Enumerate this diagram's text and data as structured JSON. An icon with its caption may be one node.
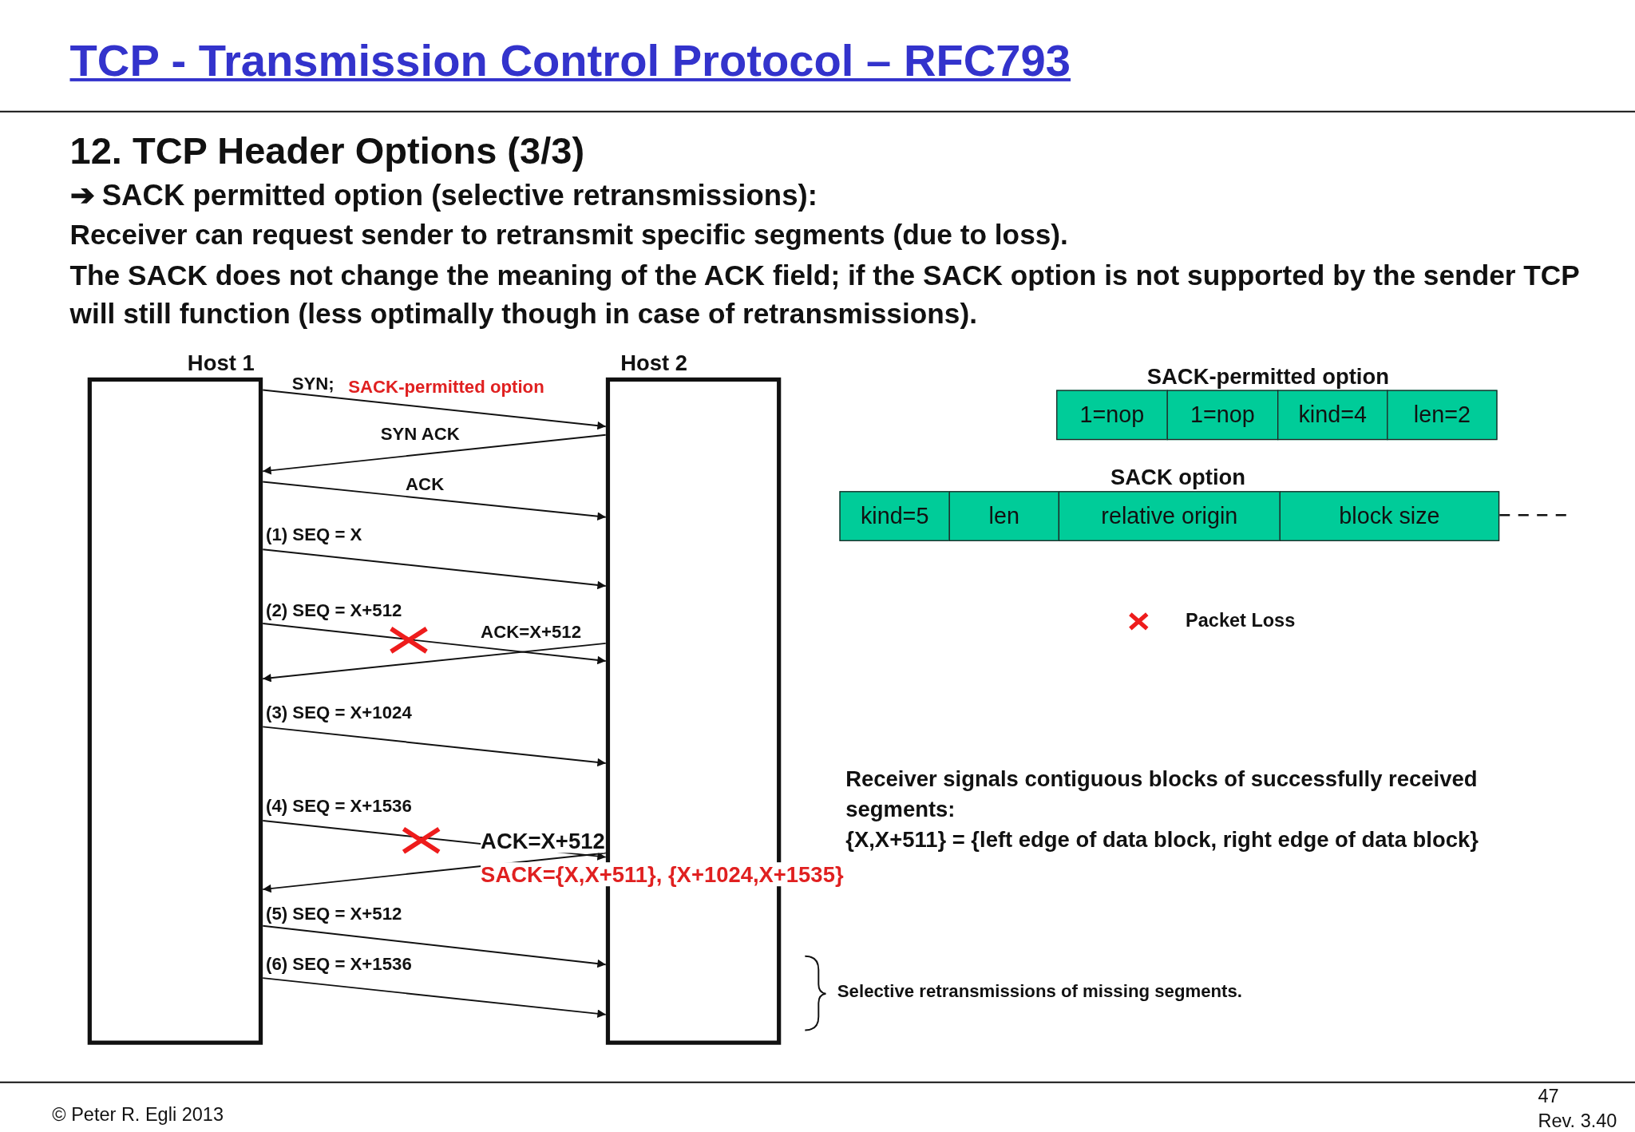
{
  "diagram": {
    "title": "TCP - Transmission Control Protocol – RFC793",
    "nodes": [
      {
        "text": [
          "Host 1"
        ]
      },
      {
        "text": [
          "Host 2"
        ]
      },
      {
        "text": [
          "1=nop"
        ]
      },
      {
        "text": [
          "1=nop"
        ]
      },
      {
        "text": [
          "kind=4"
        ]
      },
      {
        "text": [
          "len=2"
        ]
      },
      {
        "text": [
          "kind=5"
        ]
      },
      {
        "text": [
          "len"
        ]
      },
      {
        "text": [
          "relative origin"
        ]
      },
      {
        "text": [
          "block size"
        ]
      }
    ],
    "edges": [
      {
        "from": 0,
        "to": 1,
        "arrow": "to",
        "label": "SYN;"
      },
      {
        "from": 1,
        "to": 0,
        "arrow": "to",
        "label": "SYN ACK"
      },
      {
        "from": 0,
        "to": 1,
        "arrow": "to",
        "label": "ACK"
      },
      {
        "from": 0,
        "to": 1,
        "arrow": "to",
        "label": "(1) SEQ = X"
      },
      {
        "from": 0,
        "to": 1,
        "arrow": "to",
        "label": "(2) SEQ = X+512"
      },
      {
        "from": 1,
        "to": 0,
        "arrow": "to",
        "label": "ACK=X+512"
      },
      {
        "from": 0,
        "to": 1,
        "arrow": "to",
        "label": "(3) SEQ = X+1024"
      },
      {
        "from": 0,
        "to": 1,
        "arrow": "to",
        "label": "(4) SEQ = X+1536"
      },
      {
        "from": 1,
        "to": 0,
        "arrow": "to",
        "label": "ACK=X+512"
      },
      {
        "from": 0,
        "to": 1,
        "arrow": "to",
        "label": "(5) SEQ = X+512"
      },
      {
        "from": 0,
        "to": 1,
        "arrow": "to",
        "label": "(6) SEQ = X+1536"
      }
    ],
    "labels": [
      "12. TCP Header Options (3/3)",
      "➔ SACK permitted option (selective retransmissions):",
      "Receiver can request sender to retransmit specific segments (due to loss).",
      "The SACK does not change the meaning of the ACK field; if the SACK option is not supported by the sender TCP will still function (less optimally though in case of retransmissions).",
      "SACK-permitted option",
      "SACK={X,X+511}, {X+1024,X+1535}",
      "SACK-permitted option",
      "SACK option",
      "Receiver signals contiguous blocks of successfully received segments:",
      "{X,X+511} = {left edge of data block, right edge of data block}",
      "Selective retransmissions of missing segments.",
      "© Peter R. Egli 2013",
      "47",
      "Rev. 3.40"
    ],
    "legend": [
      {
        "text": "Packet Loss"
      }
    ]
  }
}
